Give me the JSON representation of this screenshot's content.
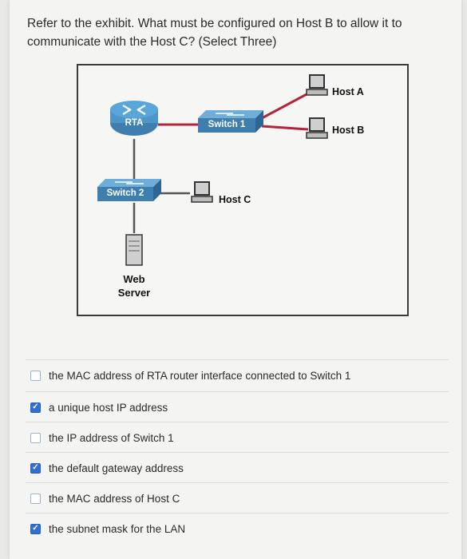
{
  "question": {
    "text": "Refer to the exhibit. What must be configured on Host B to allow it to communicate with the Host C? (Select Three)"
  },
  "exhibit": {
    "devices": {
      "router": "RTA",
      "switch1": "Switch 1",
      "switch2": "Switch 2",
      "host_a": "Host A",
      "host_b": "Host B",
      "host_c": "Host C",
      "web_server_line1": "Web",
      "web_server_line2": "Server"
    },
    "colors": {
      "link": "#b3243a",
      "cable": "#555555",
      "device": "#3f7fb0"
    }
  },
  "answers": [
    {
      "label": "the MAC address of RTA router interface connected to Switch 1",
      "checked": false
    },
    {
      "label": "a unique host IP address",
      "checked": true
    },
    {
      "label": "the IP address of Switch 1",
      "checked": false
    },
    {
      "label": "the default gateway address",
      "checked": true
    },
    {
      "label": "the MAC address of Host C",
      "checked": false
    },
    {
      "label": "the subnet mask for the LAN",
      "checked": true
    }
  ],
  "check_icon": "check-icon"
}
